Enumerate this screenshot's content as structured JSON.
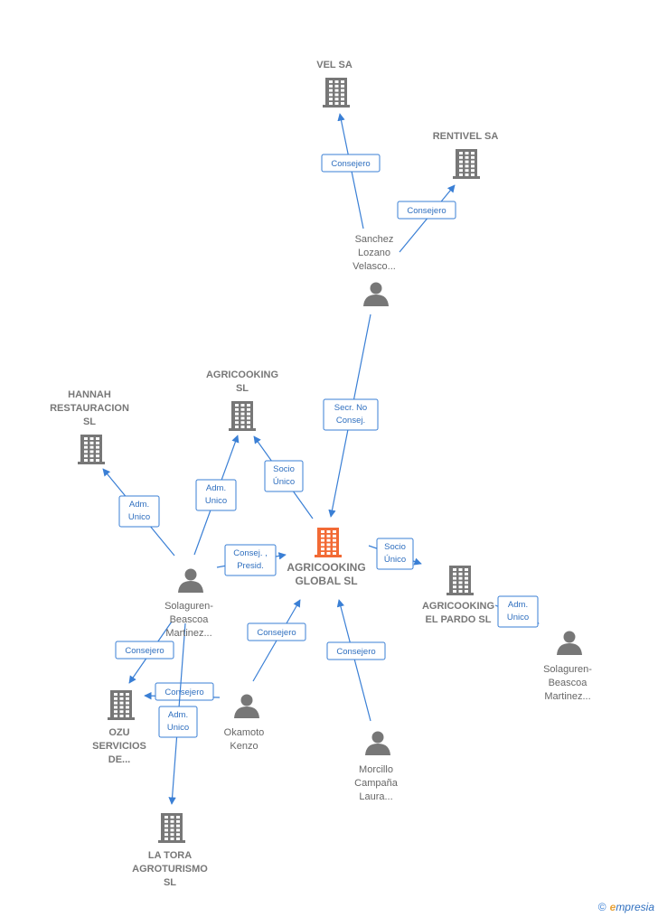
{
  "colors": {
    "edge": "#3a7fd5",
    "company": "#777777",
    "main_company": "#f26a35",
    "person": "#777777"
  },
  "nodes": [
    {
      "id": "vel",
      "kind": "company",
      "lines": [
        "VEL SA"
      ]
    },
    {
      "id": "rentivel",
      "kind": "company",
      "lines": [
        "RENTIVEL SA"
      ]
    },
    {
      "id": "sanchez",
      "kind": "person",
      "lines": [
        "Sanchez",
        "Lozano",
        "Velasco..."
      ]
    },
    {
      "id": "agri_sl",
      "kind": "company",
      "lines": [
        "AGRICOOKING",
        "SL"
      ]
    },
    {
      "id": "hannah",
      "kind": "company",
      "lines": [
        "HANNAH",
        "RESTAURACION",
        "SL"
      ]
    },
    {
      "id": "main",
      "kind": "main",
      "lines": [
        "AGRICOOKING",
        "GLOBAL  SL"
      ]
    },
    {
      "id": "pardo",
      "kind": "company",
      "lines": [
        "AGRICOOKING",
        "EL PARDO  SL"
      ]
    },
    {
      "id": "sol1",
      "kind": "person",
      "lines": [
        "Solaguren-",
        "Beascoa",
        "Martinez..."
      ]
    },
    {
      "id": "sol2",
      "kind": "person",
      "lines": [
        "Solaguren-",
        "Beascoa",
        "Martinez..."
      ]
    },
    {
      "id": "ozu",
      "kind": "company",
      "lines": [
        "OZU",
        "SERVICIOS",
        "DE..."
      ]
    },
    {
      "id": "okamoto",
      "kind": "person",
      "lines": [
        "Okamoto",
        "Kenzo"
      ]
    },
    {
      "id": "morcillo",
      "kind": "person",
      "lines": [
        "Morcillo",
        "Campaña",
        "Laura..."
      ]
    },
    {
      "id": "latora",
      "kind": "company",
      "lines": [
        "LA TORA",
        "AGROTURISMO",
        "SL"
      ]
    }
  ],
  "edges": [
    {
      "id": "e1",
      "lines": [
        "Consejero"
      ]
    },
    {
      "id": "e2",
      "lines": [
        "Consejero"
      ]
    },
    {
      "id": "e3",
      "lines": [
        "Secr.  No",
        "Consej."
      ]
    },
    {
      "id": "e4",
      "lines": [
        "Socio",
        "Único"
      ]
    },
    {
      "id": "e5",
      "lines": [
        "Adm.",
        "Unico"
      ]
    },
    {
      "id": "e6",
      "lines": [
        "Adm.",
        "Unico"
      ]
    },
    {
      "id": "e7",
      "lines": [
        "Consej. ,",
        "Presid."
      ]
    },
    {
      "id": "e8",
      "lines": [
        "Socio",
        "Único"
      ]
    },
    {
      "id": "e9",
      "lines": [
        "Adm.",
        "Unico"
      ]
    },
    {
      "id": "e10",
      "lines": [
        "Consejero"
      ]
    },
    {
      "id": "e11",
      "lines": [
        "Consejero"
      ]
    },
    {
      "id": "e12",
      "lines": [
        "Consejero"
      ]
    },
    {
      "id": "e13",
      "lines": [
        "Adm.",
        "Unico"
      ]
    },
    {
      "id": "e14",
      "lines": [
        "Consejero"
      ]
    }
  ],
  "footer": {
    "copyright_symbol": "©",
    "brand": "mpresia",
    "brand_initial": "e"
  }
}
